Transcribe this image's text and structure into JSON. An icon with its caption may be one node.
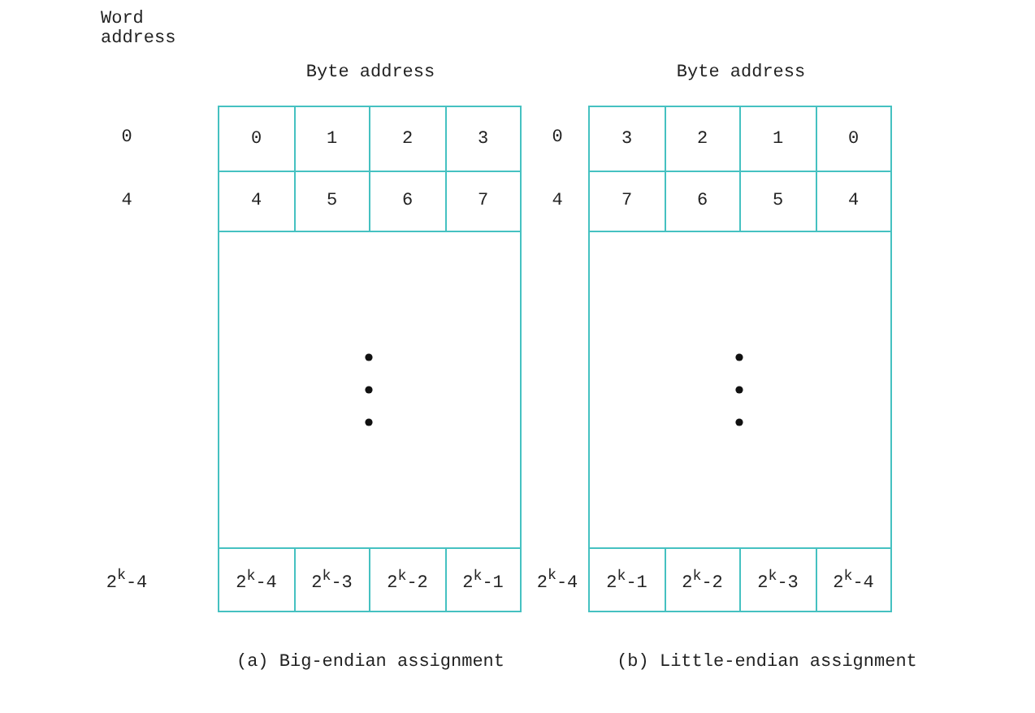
{
  "diagram": {
    "labels": [
      "Word address",
      "Byte address",
      "Byte address",
      "0",
      "0",
      "1",
      "2",
      "3",
      "0",
      "3",
      "2",
      "1",
      "0",
      "4",
      "4",
      "5",
      "6",
      "7",
      "4",
      "7",
      "6",
      "5",
      "4",
      "2$^{k}$-4",
      "2$^{k}$-4",
      "2$^{k}$-3",
      "2$^{k}$-2",
      "2$^{k}$-1",
      "2$^{k}$-4",
      "2$^{k}$-1",
      "2$^{k}$-2",
      "2$^{k}$-3",
      "2$^{k}$-4",
      "(a) Big-endian assignment",
      "(b) Little-endian assignment"
    ]
  }
}
